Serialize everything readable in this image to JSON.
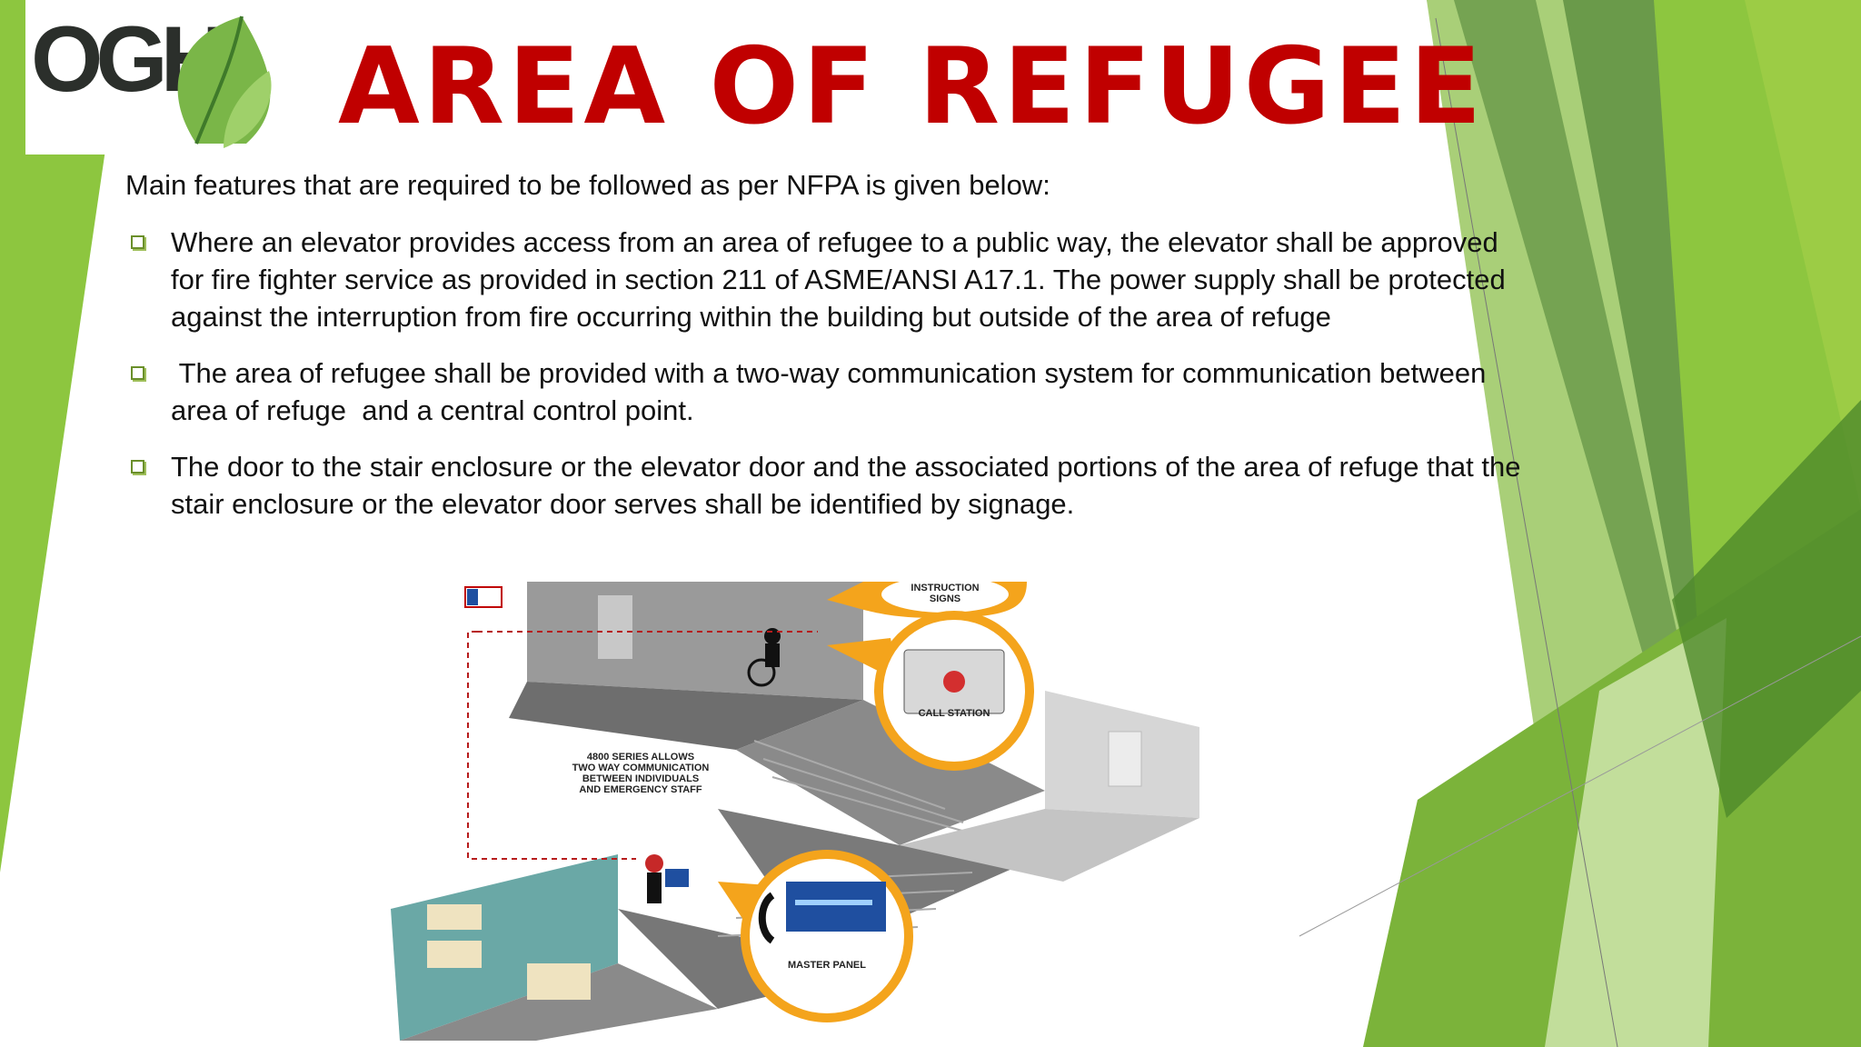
{
  "logo": {
    "text": "OGH"
  },
  "slide": {
    "title": "AREA OF REFUGEE",
    "intro": "Main features that are required to be followed as per NFPA is given below:",
    "bullets": [
      "Where an elevator provides access from an area of refugee to a public way, the elevator shall be approved for fire fighter service as provided in section 211 of ASME/ANSI A17.1. The power supply shall be protected against the interruption from fire occurring within the building but outside of the area of refuge",
      " The area of refugee shall be provided with a two-way communication system for communication between area of refuge  and a central control point.",
      "The door to the stair enclosure or the elevator door and the associated portions of the area of refuge that the stair enclosure or the elevator door serves shall be identified by signage."
    ]
  },
  "diagram": {
    "label_instruction_1": "INSTRUCTION",
    "label_instruction_2": "SIGNS",
    "label_call_station": "CALL STATION",
    "label_master_panel": "MASTER PANEL",
    "note_lines": [
      "4800 SERIES ALLOWS",
      "TWO WAY COMMUNICATION",
      "BETWEEN INDIVIDUALS",
      "AND EMERGENCY STAFF"
    ]
  },
  "colors": {
    "title": "#c00000",
    "green_light": "#8dc63f",
    "green_dark": "#4f8a2b",
    "orange": "#f4a41c"
  }
}
